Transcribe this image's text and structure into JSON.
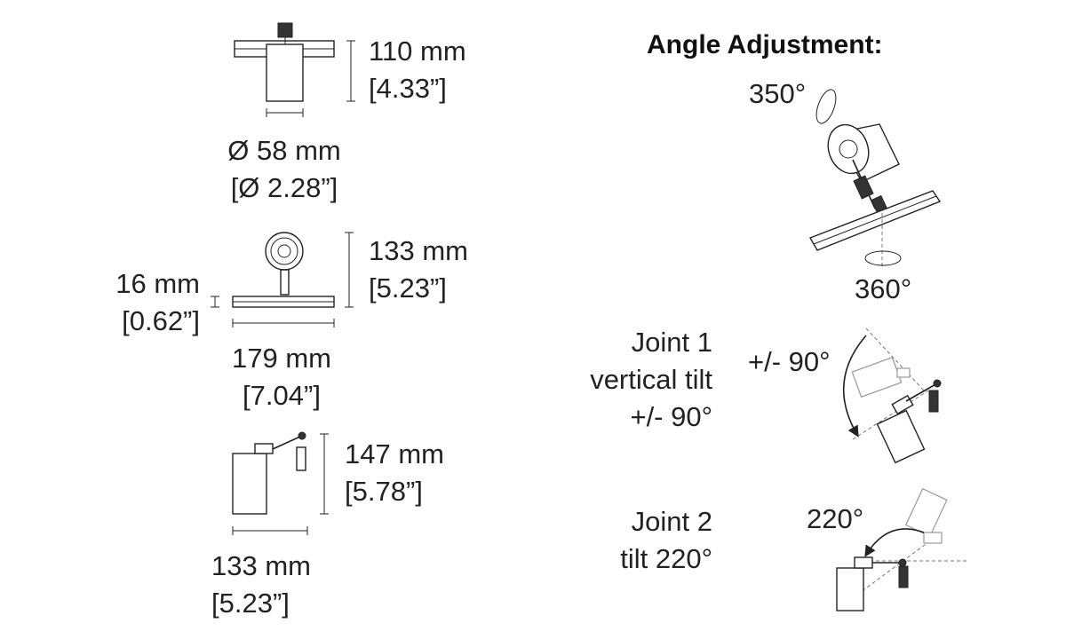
{
  "view1": {
    "height_mm": "110 mm",
    "height_in": "[4.33”]",
    "diameter_mm": "Ø 58 mm",
    "diameter_in": "[Ø 2.28”]"
  },
  "view2": {
    "height_mm": "133 mm",
    "height_in": "[5.23”]",
    "track_mm": "16 mm",
    "track_in": "[0.62”]",
    "width_mm": "179 mm",
    "width_in": "[7.04”]"
  },
  "view3": {
    "height_mm": "147 mm",
    "height_in": "[5.78”]",
    "width_mm": "133 mm",
    "width_in": "[5.23”]"
  },
  "angle": {
    "title": "Angle Adjustment:",
    "rotate_top": "350°",
    "rotate_base": "360°",
    "joint1_line1": "Joint 1",
    "joint1_line2": "vertical tilt",
    "joint1_line3": "+/- 90°",
    "joint1_angle": "+/- 90°",
    "joint2_line1": "Joint 2",
    "joint2_line2": "tilt 220°",
    "joint2_angle": "220°"
  }
}
